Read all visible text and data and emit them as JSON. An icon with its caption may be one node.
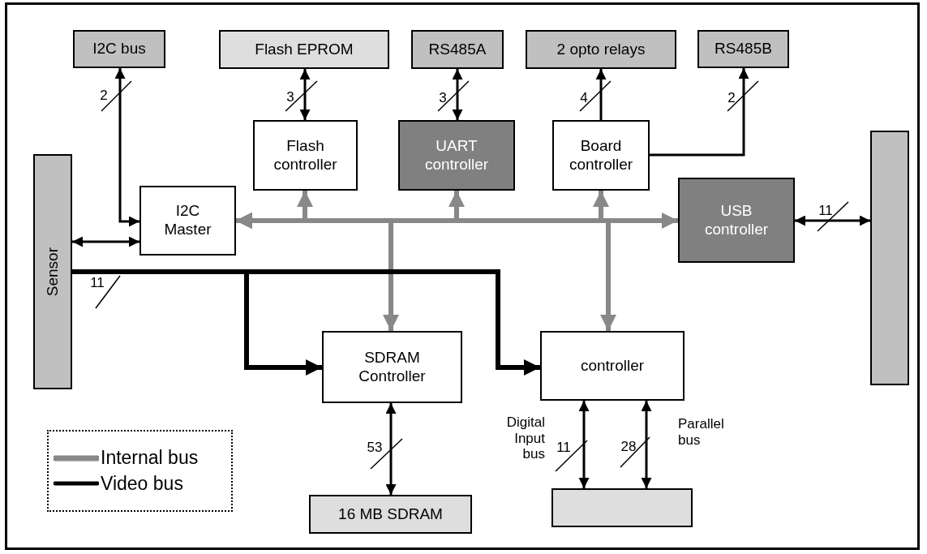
{
  "diagram": {
    "nodes": [
      {
        "text": [
          "I2C bus"
        ]
      },
      {
        "text": [
          "Flash EPROM"
        ]
      },
      {
        "text": [
          "RS485A"
        ]
      },
      {
        "text": [
          "2 opto relays"
        ]
      },
      {
        "text": [
          "RS485B"
        ]
      },
      {
        "text": [
          "Flash controller"
        ]
      },
      {
        "text": [
          "UART controller"
        ]
      },
      {
        "text": [
          "Board controller"
        ]
      },
      {
        "text": [
          "I2C Master"
        ]
      },
      {
        "text": [
          "USB controller"
        ]
      },
      {
        "text": [
          "Sensor"
        ]
      },
      {
        "text": [],
        "shape": "box"
      },
      {
        "text": [
          "SDRAM Controller"
        ]
      },
      {
        "text": [
          "controller"
        ]
      },
      {
        "text": [
          "16 MB SDRAM"
        ]
      },
      {
        "text": [],
        "shape": "box"
      }
    ],
    "edges": [
      {
        "from": 0,
        "to": 8,
        "arrow": "both",
        "label": "2"
      },
      {
        "from": 1,
        "to": 5,
        "arrow": "both",
        "label": "3"
      },
      {
        "from": 2,
        "to": 6,
        "arrow": "both",
        "label": "3"
      },
      {
        "from": 7,
        "to": 3,
        "arrow": "to",
        "label": "4"
      },
      {
        "from": 7,
        "to": 4,
        "arrow": "to",
        "label": "2"
      },
      {
        "from": 10,
        "to": 8,
        "arrow": "both"
      },
      {
        "from": 9,
        "to": 11,
        "arrow": "both",
        "label": "11"
      },
      {
        "from": 8,
        "to": 5,
        "arrow": "both",
        "style": "thick",
        "color": "#888888"
      },
      {
        "from": 8,
        "to": 6,
        "arrow": "both",
        "style": "thick",
        "color": "#888888"
      },
      {
        "from": 8,
        "to": 7,
        "arrow": "both",
        "style": "thick",
        "color": "#888888"
      },
      {
        "from": 8,
        "to": 9,
        "arrow": "both",
        "style": "thick",
        "color": "#888888"
      },
      {
        "from": 8,
        "to": 12,
        "arrow": "both",
        "style": "thick",
        "color": "#888888"
      },
      {
        "from": 8,
        "to": 13,
        "arrow": "both",
        "style": "thick",
        "color": "#888888"
      },
      {
        "from": 10,
        "to": 12,
        "arrow": "to",
        "style": "thick",
        "label": "11"
      },
      {
        "from": 10,
        "to": 13,
        "arrow": "to",
        "style": "thick"
      },
      {
        "from": 12,
        "to": 14,
        "arrow": "both",
        "label": "53"
      },
      {
        "from": 13,
        "to": 15,
        "arrow": "both",
        "label": "11"
      },
      {
        "from": 13,
        "to": 15,
        "arrow": "both",
        "label": "28"
      }
    ],
    "labels": [
      "Digital Input bus",
      "Parallel bus"
    ],
    "legend": [
      {
        "text": "Internal bus"
      },
      {
        "text": "Video bus"
      }
    ]
  }
}
